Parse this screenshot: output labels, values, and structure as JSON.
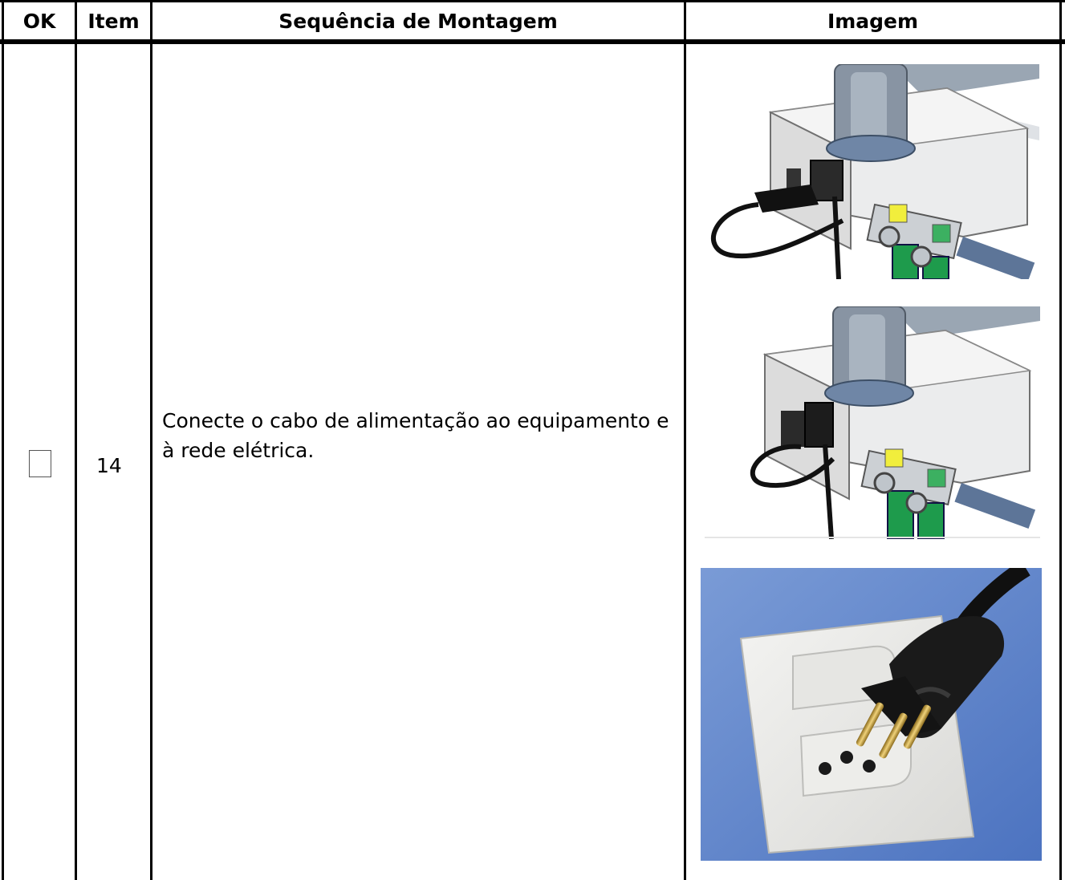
{
  "table": {
    "headers": {
      "ok": "OK",
      "item": "Item",
      "sequence": "Sequência de Montagem",
      "image": "Imagem"
    },
    "row": {
      "checked": false,
      "item": "14",
      "instruction": "Conecte o cabo de alimentação ao equipamento e à rede elétrica."
    }
  }
}
